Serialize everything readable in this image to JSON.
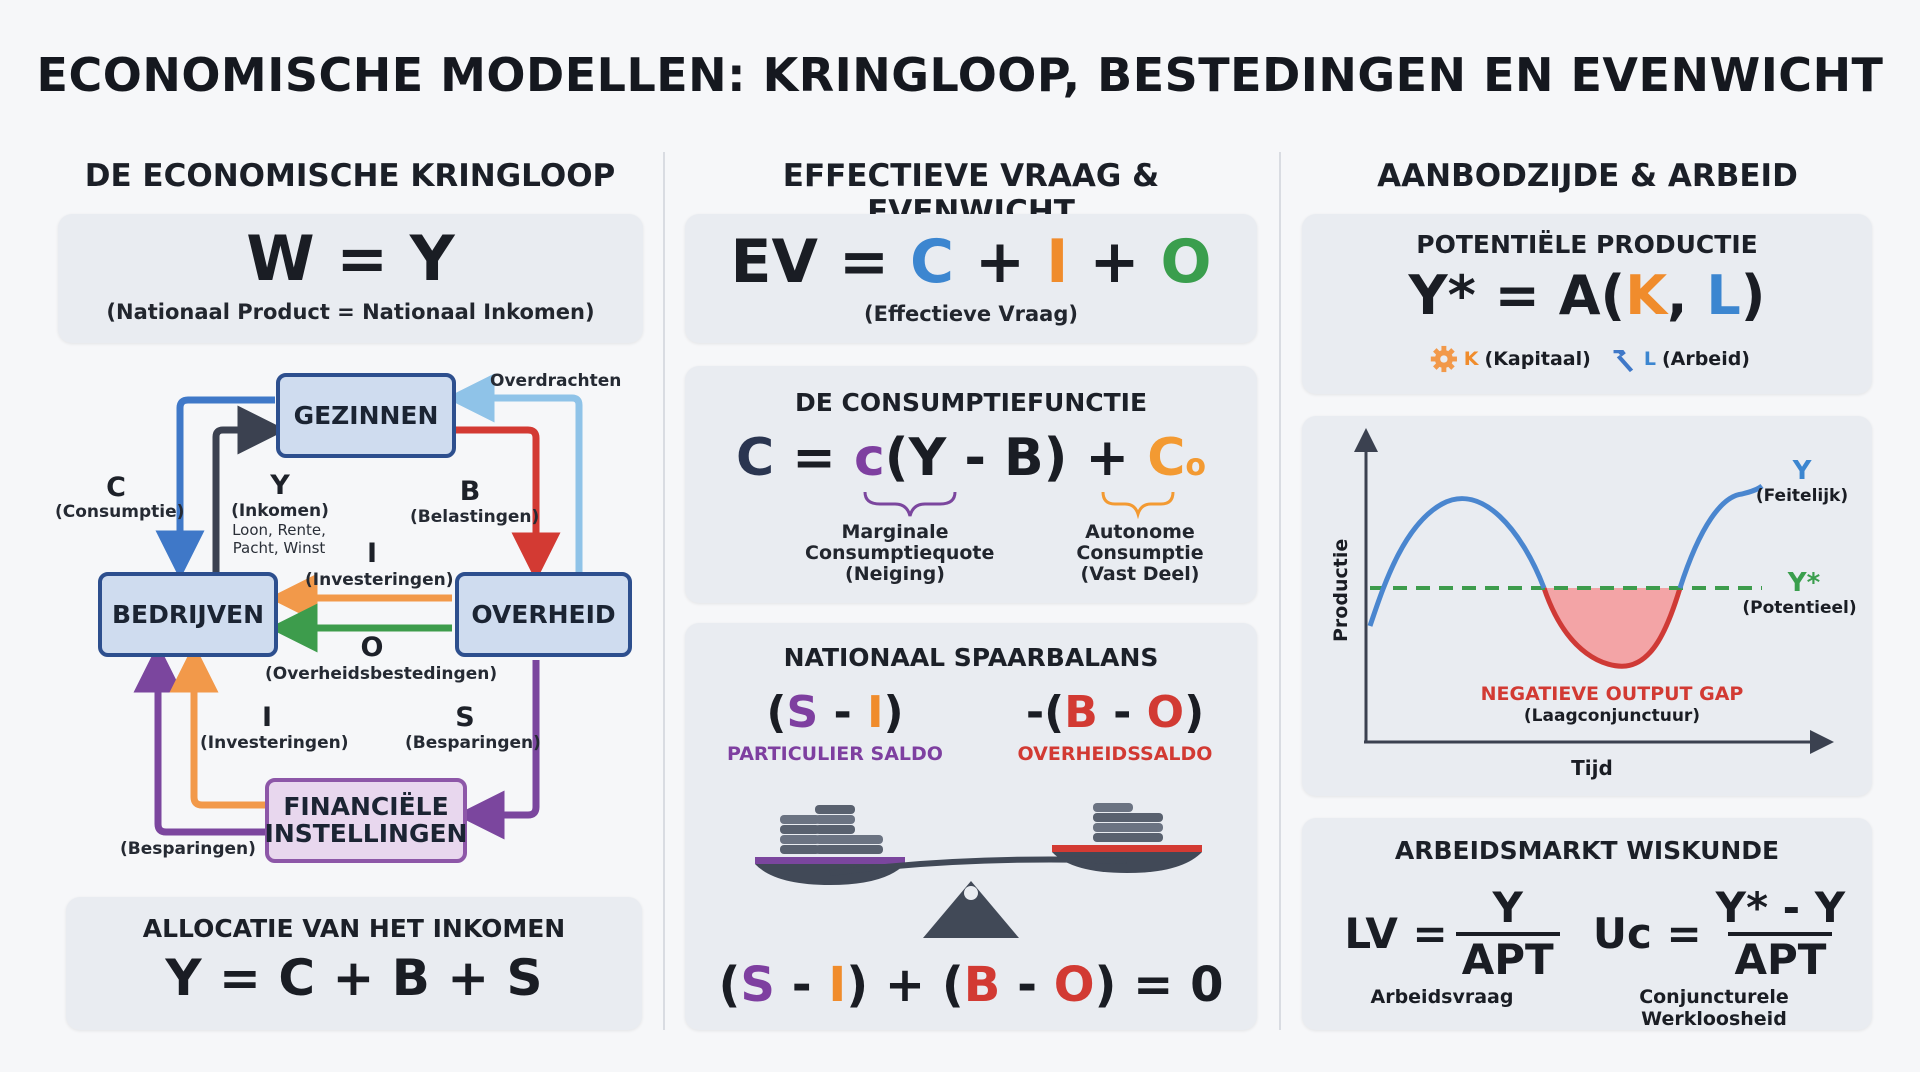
{
  "title": "ECONOMISCHE MODELLEN: KRINGLOOP, BESTEDINGEN EN EVENWICHT",
  "columns": [
    {
      "title": "DE ECONOMISCHE KRINGLOOP"
    },
    {
      "title": "EFFECTIEVE VRAAG & EVENWICHT"
    },
    {
      "title": "AANBODZIJDE & ARBEID"
    }
  ],
  "kringloop": {
    "formula": "W = Y",
    "formula_caption": "(Nationaal Product = Nationaal Inkomen)",
    "nodes": {
      "gezinnen": "GEZINNEN",
      "bedrijven": "BEDRIJVEN",
      "overheid": "OVERHEID",
      "financiele": "FINANCIËLE INSTELLINGEN"
    },
    "flows": {
      "c_sym": "C",
      "c_desc": "(Consumptie)",
      "y_sym": "Y",
      "y_desc": "(Inkomen)",
      "y_detail1": "Loon, Rente,",
      "y_detail2": "Pacht, Winst",
      "b_sym": "B",
      "b_desc": "(Belastingen)",
      "overdrachten": "Overdrachten",
      "i_sym": "I",
      "i_desc": "(Investeringen)",
      "o_sym": "O",
      "o_desc": "(Overheidsbestedingen)",
      "i2_sym": "I",
      "i2_desc": "(Investeringen)",
      "s_sym": "S",
      "s_desc": "(Besparingen)",
      "besparingen": "(Besparingen)"
    },
    "allocatie_title": "ALLOCATIE VAN HET INKOMEN",
    "allocatie_formula": "Y = C + B + S",
    "colors": {
      "consumptie": "#3f78c8",
      "inkomen": "#3b4150",
      "belastingen": "#d33a33",
      "overdrachten": "#8fc3e8",
      "investeringen": "#f2994a",
      "overheidsbestedingen": "#3d9c4c",
      "besparingen": "#7b469e"
    }
  },
  "vraag": {
    "ev": {
      "lhs": "EV",
      "eq": "=",
      "c": "C",
      "plus1": "+",
      "i": "I",
      "plus2": "+",
      "o": "O",
      "caption": "(Effectieve Vraag)"
    },
    "consumptie": {
      "title": "DE CONSUMPTIEFUNCTIE",
      "C": "C",
      "eq": "=",
      "c": "c",
      "rest": "(Y - B)",
      "plus": "+",
      "Co": "C",
      "sub": "o",
      "left_label": "Marginale Consumptiequote (Neiging)",
      "right_label": "Autonome Consumptie (Vast Deel)"
    },
    "spaar": {
      "title": "NATIONAAL SPAARBALANS",
      "left_open": "(",
      "left_s": "S",
      "left_minus": "-",
      "left_i": "I",
      "left_close": ")",
      "left_label": "PARTICULIER SALDO",
      "right_pre": "-(",
      "right_b": "B",
      "right_minus": "-",
      "right_o": "O",
      "right_close": ")",
      "right_label": "OVERHEIDSSALDO",
      "eq": {
        "p1": "(",
        "s": "S",
        "m1": "-",
        "i": "I",
        "p2": ")",
        "plus": "+",
        "p3": "(",
        "b": "B",
        "m2": "-",
        "o": "O",
        "p4": ")",
        "tail": "= 0"
      }
    }
  },
  "aanbod": {
    "potentieel": {
      "title": "POTENTIËLE PRODUCTIE",
      "lhs": "Y* = A(",
      "k": "K",
      "comma": ",",
      "l": "L",
      "close": ")",
      "k_legend_sym": "K",
      "k_legend": "(Kapitaal)",
      "l_legend_sym": "L",
      "l_legend": "(Arbeid)",
      "gear_icon": "gear-icon",
      "hammer_icon": "hammer-icon"
    },
    "grafiek": {
      "y_axis": "Productie",
      "x_axis": "Tijd",
      "actual_sym": "Y",
      "actual_desc": "(Feitelijk)",
      "potential_sym": "Y*",
      "potential_desc": "(Potentieel)",
      "gap_title": "NEGATIEVE OUTPUT GAP",
      "gap_desc": "(Laagconjunctuur)",
      "colors": {
        "actual": "#4a86cf",
        "potential": "#3d9c4c",
        "gap_fill": "#f3a4a6",
        "gap_line": "#cf3a36"
      }
    },
    "arbeid": {
      "title": "ARBEIDSMARKT WISKUNDE",
      "lv_lhs": "LV =",
      "lv_num": "Y",
      "lv_den": "APT",
      "lv_label": "Arbeidsvraag",
      "uc_lhs": "Uc =",
      "uc_num": "Y* - Y",
      "uc_den": "APT",
      "uc_label": "Conjuncturele Werkloosheid"
    }
  }
}
